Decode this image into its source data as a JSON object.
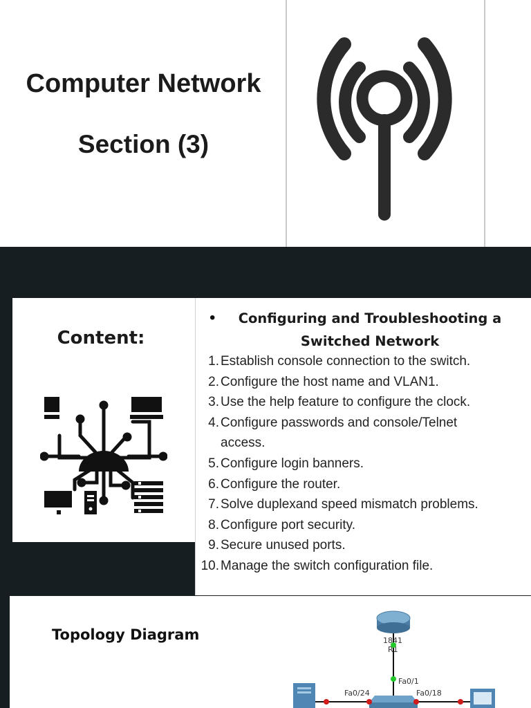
{
  "top_slide": {
    "title": "Computer Network",
    "subtitle": "Section (3)",
    "icon": "broadcast-antenna-icon"
  },
  "content_slide": {
    "heading": "Content:",
    "icon": "network-chip-icon",
    "section_heading": "Configuring and Troubleshooting a Switched Network",
    "tasks": [
      {
        "num": "1.",
        "text": "Establish console connection to the switch."
      },
      {
        "num": "2.",
        "text": "Configure the host name and VLAN1."
      },
      {
        "num": "3.",
        "text": "Use the help feature to configure the clock."
      },
      {
        "num": "4.",
        "text": "Configure passwords and console/Telnet access."
      },
      {
        "num": "5.",
        "text": "Configure login banners."
      },
      {
        "num": "6.",
        "text": "Configure the router."
      },
      {
        "num": "7.",
        "text": "Solve duplexand speed mismatch problems."
      },
      {
        "num": "8.",
        "text": "Configure port security."
      },
      {
        "num": "9.",
        "text": "Secure unused ports."
      },
      {
        "num": "10.",
        "text": "Manage the switch configuration file."
      }
    ]
  },
  "topology_slide": {
    "heading": "Topology Diagram",
    "router_model": "1841",
    "router_name": "R1",
    "port_router_link": "Fa0/1",
    "port_server_link": "Fa0/24",
    "port_pc_link": "Fa0/18"
  },
  "colors": {
    "dark_band": "#161e21",
    "icon_dark": "#2b2b2b",
    "link_up": "#22c72a",
    "link_down": "#d01b1b",
    "router_blue": "#5b8fb5"
  }
}
